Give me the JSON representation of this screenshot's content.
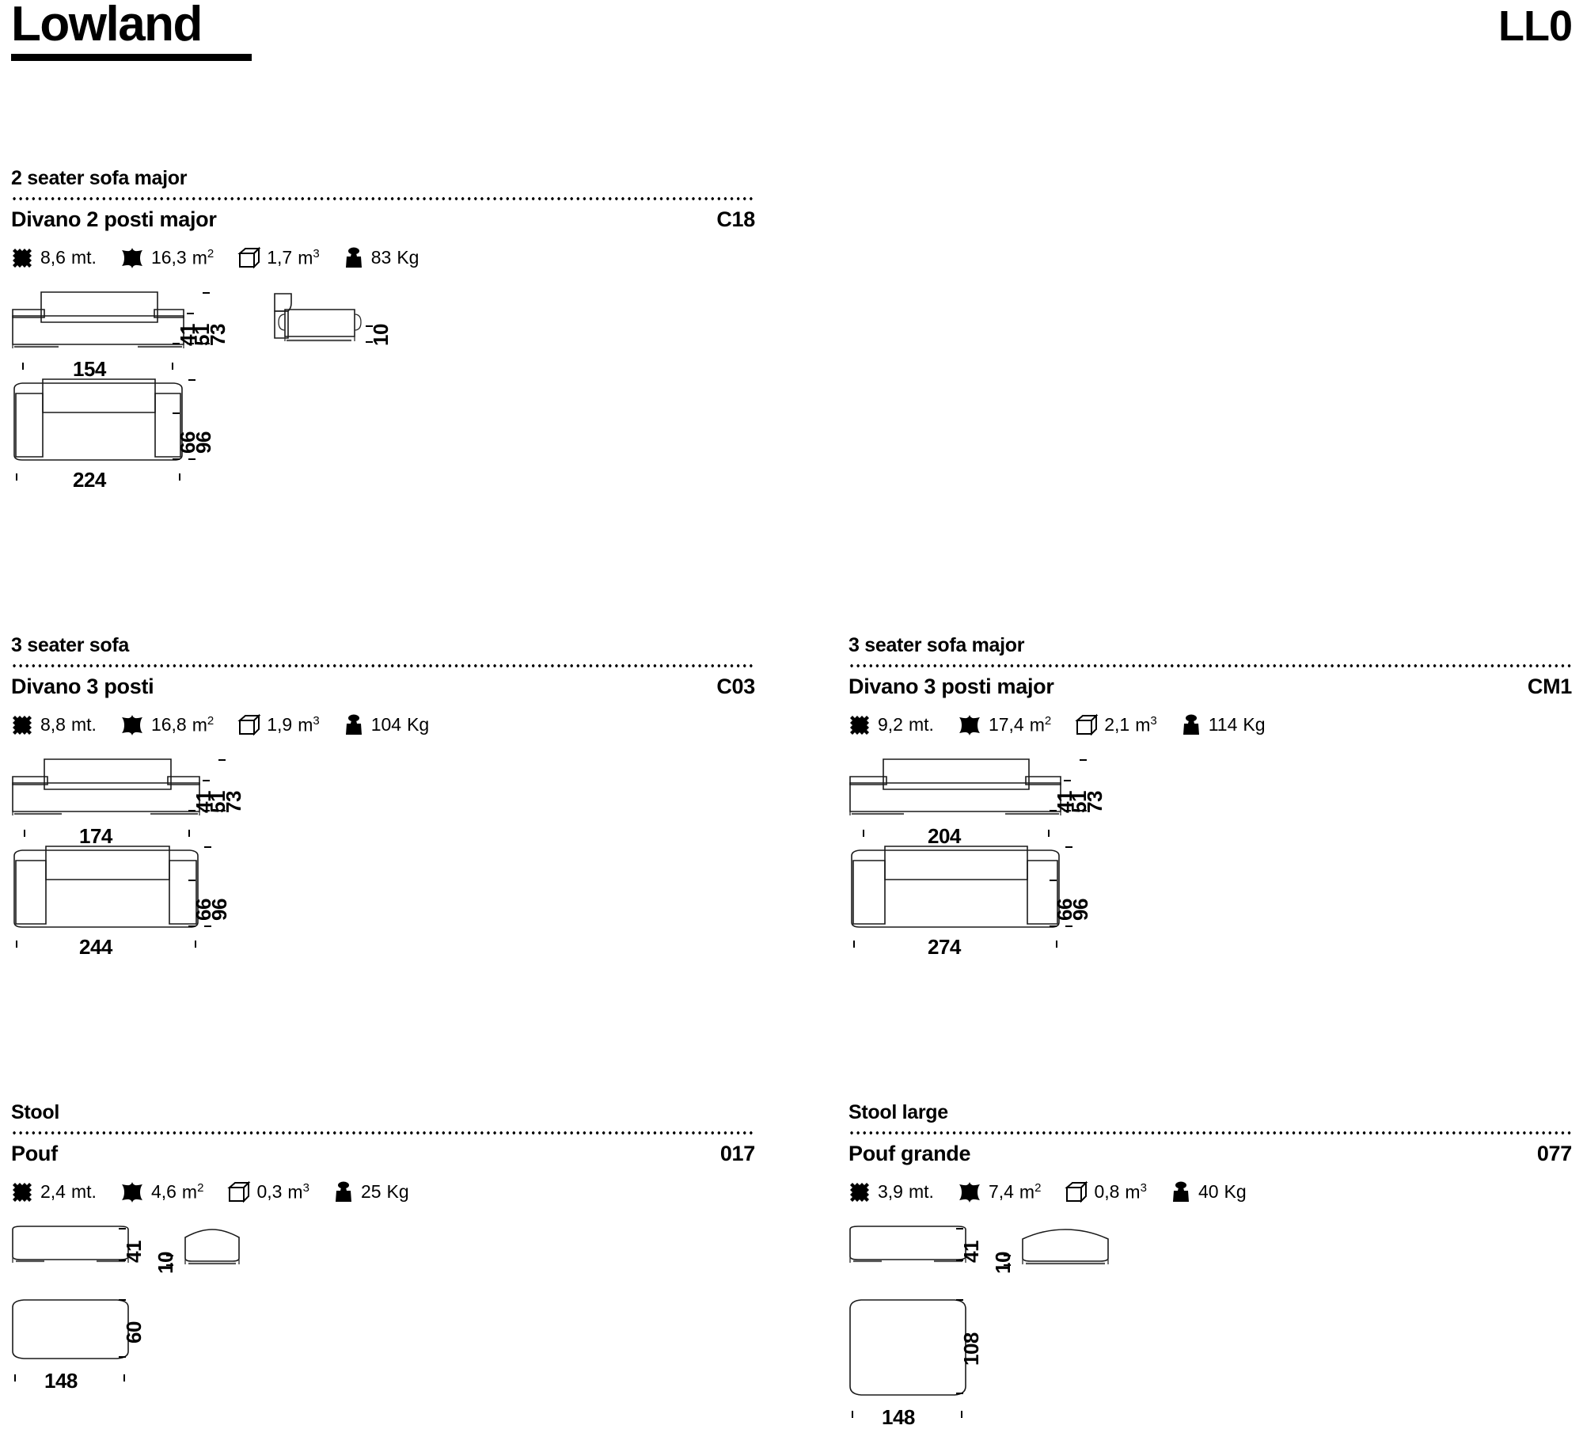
{
  "header": {
    "brand": "Lowland",
    "code": "LL0"
  },
  "units": {
    "meters": "mt.",
    "area": "m²",
    "volume": "m³",
    "weight": "Kg"
  },
  "icons": {
    "fabric": "fabric-swatch-icon",
    "leather": "leather-hide-icon",
    "volume": "volume-cube-icon",
    "weight": "weight-icon"
  },
  "products": [
    {
      "id": "two-seater-sofa-major",
      "title_en": "2 seater sofa major",
      "title_it": "Divano 2 posti major",
      "code": "C18",
      "specs": {
        "fabric": "8,6",
        "fabric_unit": "mt.",
        "leather": "16,3",
        "leather_unit": "m²",
        "volume": "1,7",
        "volume_unit": "m³",
        "weight": "83",
        "weight_unit": "Kg"
      },
      "dimensions": {
        "front_width": "154",
        "plan_width": "224",
        "seat_height": "41",
        "arm_height": "51",
        "back_height": "73",
        "side_height": "10",
        "seat_depth": "66",
        "total_depth": "96"
      }
    },
    {
      "id": "three-seater-sofa",
      "title_en": "3 seater sofa",
      "title_it": "Divano 3 posti",
      "code": "C03",
      "specs": {
        "fabric": "8,8",
        "fabric_unit": "mt.",
        "leather": "16,8",
        "leather_unit": "m²",
        "volume": "1,9",
        "volume_unit": "m³",
        "weight": "104",
        "weight_unit": "Kg"
      },
      "dimensions": {
        "front_width": "174",
        "plan_width": "244",
        "seat_height": "41",
        "arm_height": "51",
        "back_height": "73",
        "seat_depth": "66",
        "total_depth": "96"
      }
    },
    {
      "id": "three-seater-sofa-major",
      "title_en": "3 seater sofa major",
      "title_it": "Divano 3 posti major",
      "code": "CM1",
      "specs": {
        "fabric": "9,2",
        "fabric_unit": "mt.",
        "leather": "17,4",
        "leather_unit": "m²",
        "volume": "2,1",
        "volume_unit": "m³",
        "weight": "114",
        "weight_unit": "Kg"
      },
      "dimensions": {
        "front_width": "204",
        "plan_width": "274",
        "seat_height": "41",
        "arm_height": "51",
        "back_height": "73",
        "seat_depth": "66",
        "total_depth": "96"
      }
    },
    {
      "id": "stool",
      "title_en": "Stool",
      "title_it": "Pouf",
      "code": "017",
      "specs": {
        "fabric": "2,4",
        "fabric_unit": "mt.",
        "leather": "4,6",
        "leather_unit": "m²",
        "volume": "0,3",
        "volume_unit": "m³",
        "weight": "25",
        "weight_unit": "Kg"
      },
      "dimensions": {
        "front_width": "148",
        "height": "41",
        "side_height": "10",
        "depth": "60"
      }
    },
    {
      "id": "stool-large",
      "title_en": "Stool large",
      "title_it": "Pouf grande",
      "code": "077",
      "specs": {
        "fabric": "3,9",
        "fabric_unit": "mt.",
        "leather": "7,4",
        "leather_unit": "m²",
        "volume": "0,8",
        "volume_unit": "m³",
        "weight": "40",
        "weight_unit": "Kg"
      },
      "dimensions": {
        "front_width": "148",
        "height": "41",
        "side_height": "10",
        "depth": "108"
      }
    }
  ]
}
